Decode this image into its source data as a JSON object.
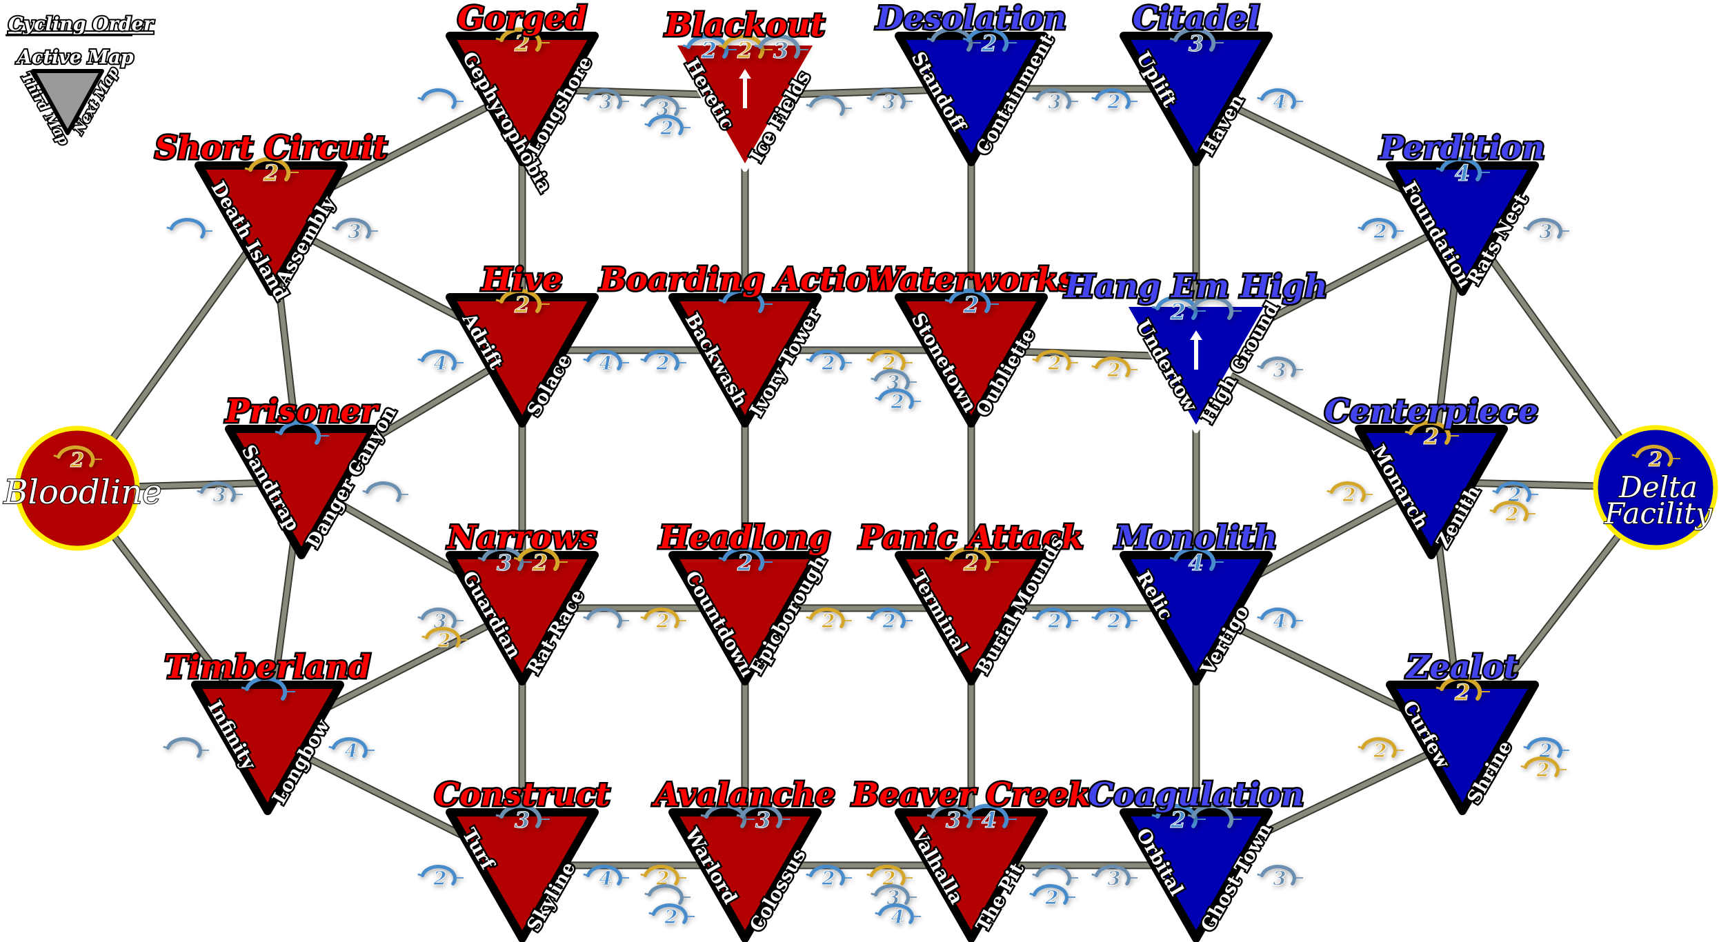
{
  "legend": {
    "title": "Cycling Order",
    "active_label": "Active Map",
    "third_label": "Third Map",
    "next_label": "Next Map",
    "fill": "#999999"
  },
  "colors": {
    "red_fill": "#b30000",
    "red_title": "#ff0000",
    "blue_fill": "#0000b3",
    "blue_title": "#4444ee",
    "border": "#000000",
    "active_border": "#ffffff",
    "endpoint_ring": "#ffee00",
    "line_fill": "#8a8a7c",
    "line_stroke": "#3a3a33",
    "halo_blue": "#4a8ccc",
    "halo_steel": "#6a8fb0",
    "halo_gold": "#d4a72c"
  },
  "endpoints": [
    {
      "id": "bloodline",
      "name": "Bloodline",
      "team": "red",
      "badge": [
        "2g"
      ]
    },
    {
      "id": "delta",
      "name": "Delta Facility",
      "name_lines": [
        "Delta",
        "Facility"
      ],
      "team": "blue",
      "badge": [
        "2g"
      ]
    }
  ],
  "nodes": [
    {
      "id": "shortcircuit",
      "name": "Short Circuit",
      "team": "red",
      "active": false,
      "badges": [
        "2g"
      ],
      "left": "Death Island",
      "right": "Assembly",
      "left_badges": [
        "1"
      ],
      "right_badges": [
        "3"
      ]
    },
    {
      "id": "prisoner",
      "name": "Prisoner",
      "team": "red",
      "active": false,
      "badges": [
        "1"
      ],
      "left": "Sandtrap",
      "right": "Danger Canyon",
      "left_badges": [
        "3"
      ],
      "right_badges": [
        "R"
      ]
    },
    {
      "id": "timberland",
      "name": "Timberland",
      "team": "red",
      "active": false,
      "badges": [
        "1"
      ],
      "left": "Infinity",
      "right": "Longbow",
      "left_badges": [
        "R"
      ],
      "right_badges": [
        "4"
      ]
    },
    {
      "id": "gorged",
      "name": "Gorged",
      "team": "red",
      "active": false,
      "badges": [
        "2g"
      ],
      "left": "Gephyrophobia",
      "right": "Longshore",
      "left_badges": [
        "1"
      ],
      "right_badges": [
        "3"
      ]
    },
    {
      "id": "hive",
      "name": "Hive",
      "team": "red",
      "active": false,
      "badges": [
        "2g"
      ],
      "left": "Adrift",
      "right": "Solace",
      "left_badges": [
        "4"
      ],
      "right_badges": [
        "4"
      ]
    },
    {
      "id": "narrows",
      "name": "Narrows",
      "team": "red",
      "active": false,
      "badges": [
        "3",
        "2g"
      ],
      "left": "Guardian",
      "right": "Rat Race",
      "left_badges": [
        "3",
        "2g"
      ],
      "right_badges": [
        "R"
      ]
    },
    {
      "id": "construct",
      "name": "Construct",
      "team": "red",
      "active": false,
      "badges": [
        "3"
      ],
      "left": "Turf",
      "right": "Skyline",
      "left_badges": [
        "2"
      ],
      "right_badges": [
        "4"
      ]
    },
    {
      "id": "blackout",
      "name": "Blackout",
      "team": "red",
      "active": true,
      "badges": [
        "2",
        "2g",
        "3"
      ],
      "left": "Heretic",
      "right": "Ice Fields",
      "left_badges": [
        "3",
        "2"
      ],
      "right_badges": [
        "R"
      ]
    },
    {
      "id": "boarding",
      "name": "Boarding Action",
      "team": "red",
      "active": false,
      "badges": [
        "1"
      ],
      "left": "Backwash",
      "right": "Ivory Tower",
      "left_badges": [
        "2"
      ],
      "right_badges": [
        "2"
      ]
    },
    {
      "id": "headlong",
      "name": "Headlong",
      "team": "red",
      "active": false,
      "badges": [
        "2"
      ],
      "left": "Countdown",
      "right": "Epicborough",
      "left_badges": [
        "2g"
      ],
      "right_badges": [
        "2g"
      ]
    },
    {
      "id": "avalanche",
      "name": "Avalanche",
      "team": "red",
      "active": false,
      "badges": [
        "R",
        "3"
      ],
      "left": "Warlord",
      "right": "Colossus",
      "left_badges": [
        "2g",
        "R",
        "2"
      ],
      "right_badges": [
        "2"
      ]
    },
    {
      "id": "desolation",
      "name": "Desolation",
      "team": "blue",
      "active": false,
      "badges": [
        "R",
        "2"
      ],
      "left": "Standoff",
      "right": "Containment",
      "left_badges": [
        "3"
      ],
      "right_badges": [
        "3"
      ]
    },
    {
      "id": "waterworks",
      "name": "Waterworks",
      "team": "red",
      "active": false,
      "badges": [
        "2"
      ],
      "left": "Stonetown",
      "right": "Oubliette",
      "left_badges": [
        "2g",
        "3",
        "2"
      ],
      "right_badges": [
        "2g"
      ]
    },
    {
      "id": "panicattack",
      "name": "Panic Attack",
      "team": "red",
      "active": false,
      "badges": [
        "2g"
      ],
      "left": "Terminal",
      "right": "Burial Mounds",
      "left_badges": [
        "2"
      ],
      "right_badges": [
        "2"
      ]
    },
    {
      "id": "beavercreek",
      "name": "Beaver Creek",
      "team": "red",
      "active": false,
      "badges": [
        "3",
        "4"
      ],
      "left": "Valhalla",
      "right": "The Pit",
      "left_badges": [
        "2g",
        "3",
        "4"
      ],
      "right_badges": [
        "R",
        "2"
      ]
    },
    {
      "id": "citadel",
      "name": "Citadel",
      "team": "blue",
      "active": false,
      "badges": [
        "3"
      ],
      "left": "Uplift",
      "right": "Haven",
      "left_badges": [
        "2"
      ],
      "right_badges": [
        "4"
      ]
    },
    {
      "id": "hangemhigh",
      "name": "Hang Em High",
      "team": "blue",
      "active": true,
      "badges": [
        "2",
        "R"
      ],
      "left": "Undertow",
      "right": "High Ground",
      "left_badges": [
        "2g"
      ],
      "right_badges": [
        "3"
      ]
    },
    {
      "id": "monolith",
      "name": "Monolith",
      "team": "blue",
      "active": false,
      "badges": [
        "4"
      ],
      "left": "Relic",
      "right": "Vertigo",
      "left_badges": [
        "2"
      ],
      "right_badges": [
        "4"
      ]
    },
    {
      "id": "coagulation",
      "name": "Coagulation",
      "team": "blue",
      "active": false,
      "badges": [
        "2",
        "R"
      ],
      "left": "Orbital",
      "right": "Ghost Town",
      "left_badges": [
        "3"
      ],
      "right_badges": [
        "3"
      ]
    },
    {
      "id": "perdition",
      "name": "Perdition",
      "team": "blue",
      "active": false,
      "badges": [
        "4"
      ],
      "left": "Foundation",
      "right": "Rats Nest",
      "left_badges": [
        "2"
      ],
      "right_badges": [
        "3"
      ]
    },
    {
      "id": "centerpiece",
      "name": "Centerpiece",
      "team": "blue",
      "active": false,
      "badges": [
        "2g"
      ],
      "left": "Monarch",
      "right": "Zenith",
      "left_badges": [
        "2g"
      ],
      "right_badges": [
        "2",
        "2g"
      ]
    },
    {
      "id": "zealot",
      "name": "Zealot",
      "team": "blue",
      "active": false,
      "badges": [
        "2g"
      ],
      "left": "Curfew",
      "right": "Shrine",
      "left_badges": [
        "2g"
      ],
      "right_badges": [
        "2",
        "2g"
      ]
    }
  ],
  "connections": [
    [
      "bloodline",
      "shortcircuit"
    ],
    [
      "bloodline",
      "prisoner"
    ],
    [
      "bloodline",
      "timberland"
    ],
    [
      "shortcircuit",
      "prisoner"
    ],
    [
      "prisoner",
      "timberland"
    ],
    [
      "shortcircuit",
      "gorged"
    ],
    [
      "shortcircuit",
      "hive"
    ],
    [
      "prisoner",
      "hive"
    ],
    [
      "prisoner",
      "narrows"
    ],
    [
      "timberland",
      "narrows"
    ],
    [
      "timberland",
      "construct"
    ],
    [
      "gorged",
      "blackout"
    ],
    [
      "blackout",
      "desolation"
    ],
    [
      "desolation",
      "citadel"
    ],
    [
      "hive",
      "boarding"
    ],
    [
      "boarding",
      "waterworks"
    ],
    [
      "waterworks",
      "hangemhigh"
    ],
    [
      "narrows",
      "headlong"
    ],
    [
      "headlong",
      "panicattack"
    ],
    [
      "panicattack",
      "monolith"
    ],
    [
      "construct",
      "avalanche"
    ],
    [
      "avalanche",
      "beavercreek"
    ],
    [
      "beavercreek",
      "coagulation"
    ],
    [
      "gorged",
      "hive"
    ],
    [
      "hive",
      "narrows"
    ],
    [
      "narrows",
      "construct"
    ],
    [
      "blackout",
      "boarding"
    ],
    [
      "boarding",
      "headlong"
    ],
    [
      "headlong",
      "avalanche"
    ],
    [
      "desolation",
      "waterworks"
    ],
    [
      "waterworks",
      "panicattack"
    ],
    [
      "panicattack",
      "beavercreek"
    ],
    [
      "citadel",
      "hangemhigh"
    ],
    [
      "hangemhigh",
      "monolith"
    ],
    [
      "monolith",
      "coagulation"
    ],
    [
      "citadel",
      "perdition"
    ],
    [
      "hangemhigh",
      "perdition"
    ],
    [
      "hangemhigh",
      "centerpiece"
    ],
    [
      "monolith",
      "centerpiece"
    ],
    [
      "monolith",
      "zealot"
    ],
    [
      "coagulation",
      "zealot"
    ],
    [
      "perdition",
      "centerpiece"
    ],
    [
      "centerpiece",
      "zealot"
    ],
    [
      "perdition",
      "delta"
    ],
    [
      "centerpiece",
      "delta"
    ],
    [
      "zealot",
      "delta"
    ]
  ]
}
